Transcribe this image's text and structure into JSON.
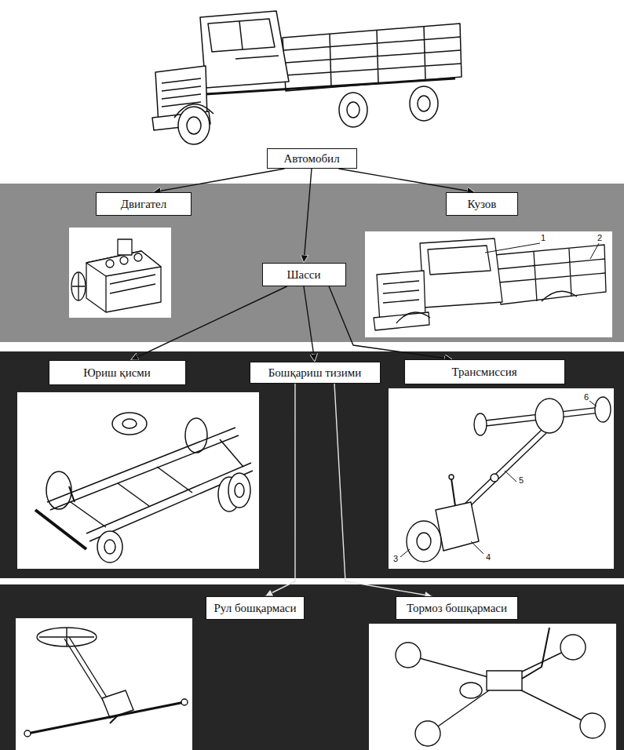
{
  "diagram": {
    "nodes": [
      {
        "text": [
          "Автомобил"
        ]
      },
      {
        "text": [
          "Двигател"
        ]
      },
      {
        "text": [
          "Кузов"
        ]
      },
      {
        "text": [
          "Шасси"
        ]
      },
      {
        "text": [
          "Юриш қисми"
        ]
      },
      {
        "text": [
          "Бошқариш тизими"
        ]
      },
      {
        "text": [
          "Трансмиссия"
        ]
      },
      {
        "text": [
          "Рул бошқармаси"
        ]
      },
      {
        "text": [
          "Тормоз бошқармаси"
        ]
      }
    ],
    "edges": [
      {
        "from": 0,
        "to": 1,
        "arrow": "to"
      },
      {
        "from": 0,
        "to": 3,
        "arrow": "to"
      },
      {
        "from": 0,
        "to": 2,
        "arrow": "to"
      },
      {
        "from": 3,
        "to": 4,
        "arrow": "to"
      },
      {
        "from": 3,
        "to": 5,
        "arrow": "to"
      },
      {
        "from": 3,
        "to": 6,
        "arrow": "to"
      },
      {
        "from": 5,
        "to": 7,
        "arrow": "to"
      },
      {
        "from": 5,
        "to": 8,
        "arrow": "to"
      }
    ],
    "labels": [
      "1",
      "2",
      "3",
      "4",
      "5",
      "6"
    ]
  }
}
